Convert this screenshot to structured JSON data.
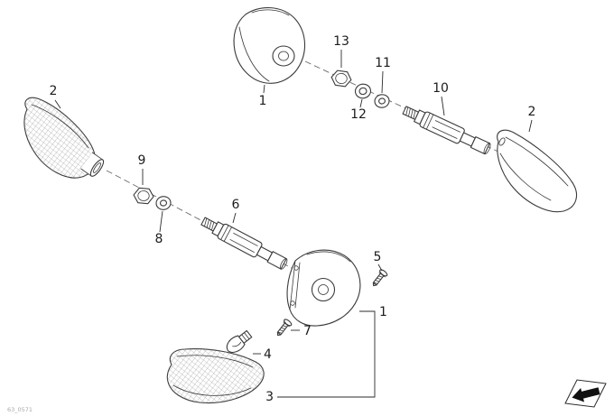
{
  "diagram": {
    "description": "Exploded parts diagram - turn indicator flashers",
    "callouts": {
      "housing_top": "1",
      "housing_main": "1",
      "lens_left": "2",
      "lens_right": "2",
      "lens_bottom": "3",
      "bulb": "4",
      "screw_small": "5",
      "stem_left": "6",
      "screw_lens": "7",
      "washer_left": "8",
      "nut_left": "9",
      "stem_right": "10",
      "washer_right": "11",
      "spring_washer_right": "12",
      "nut_right": "13"
    },
    "footer": {
      "code": "63_0571"
    },
    "icons": {
      "nav": "prev-page-arrow"
    },
    "colors": {
      "line": "#3a3a3a",
      "hatch": "#8f8f8f",
      "background": "#ffffff"
    }
  }
}
